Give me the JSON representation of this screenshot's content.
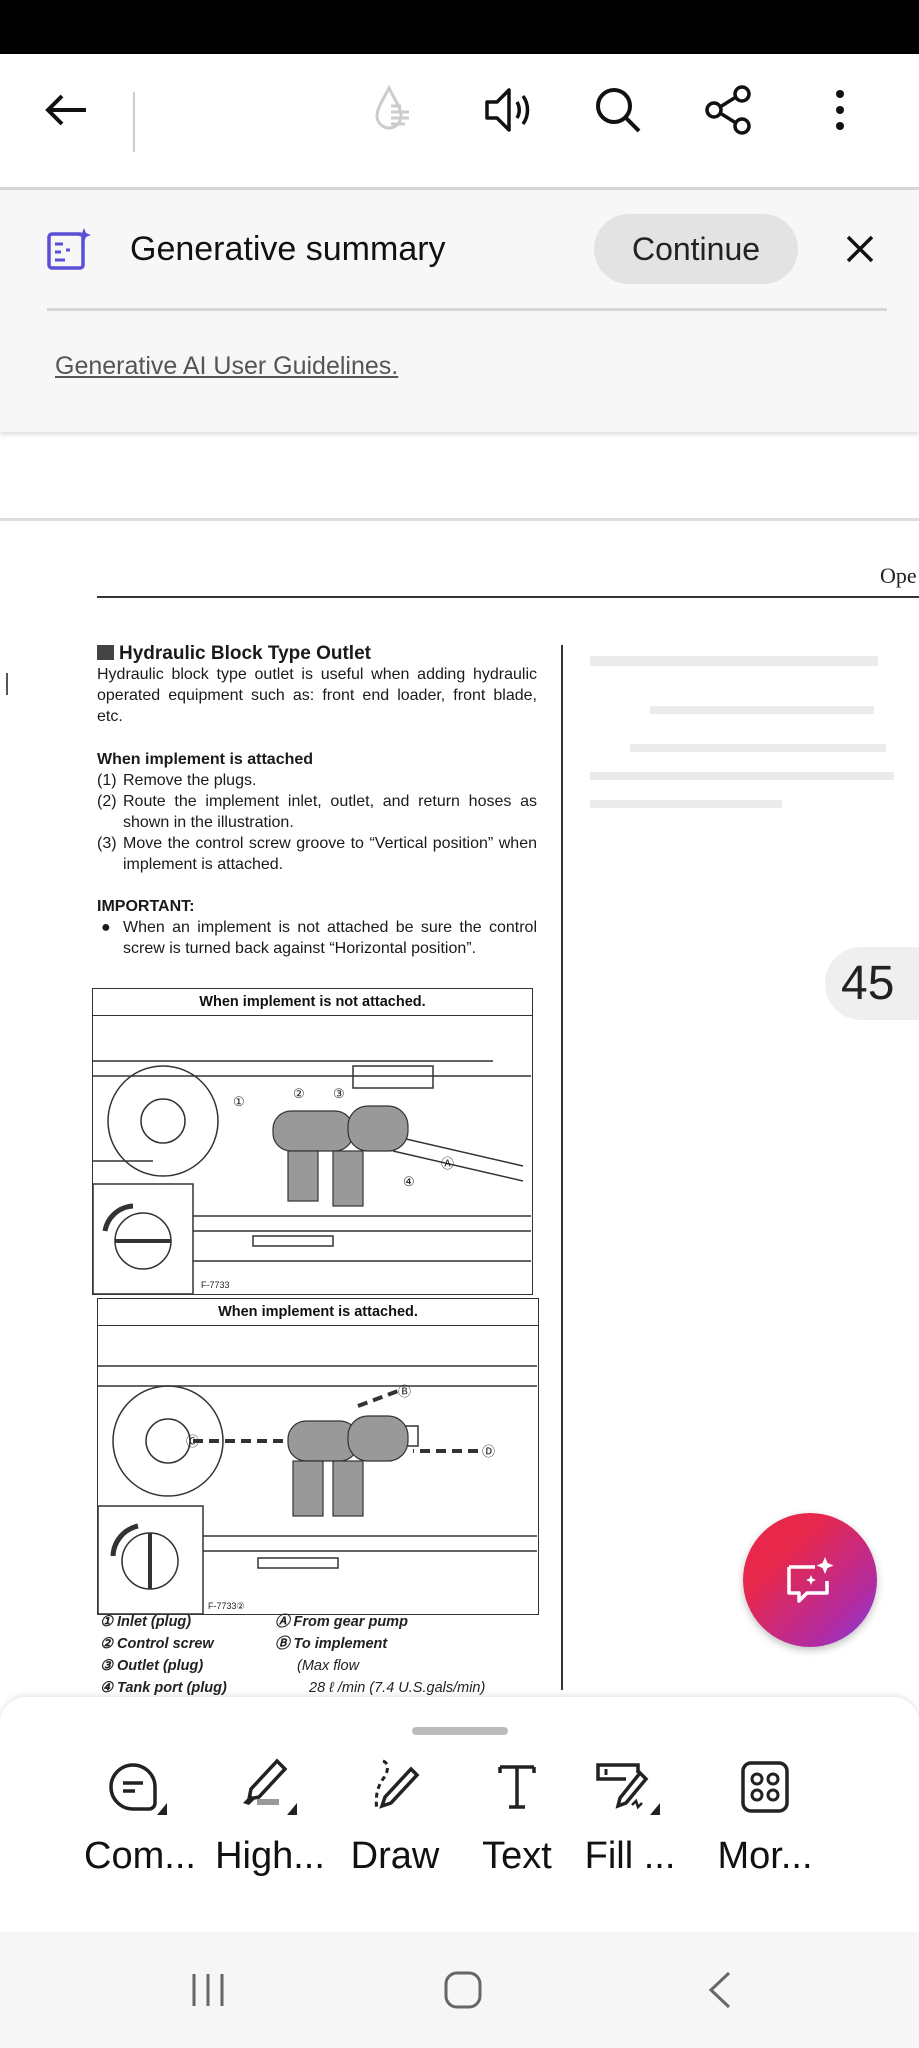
{
  "toolbar": {
    "icons": [
      "back-arrow-icon",
      "liquid-mode-icon",
      "read-aloud-icon",
      "search-icon",
      "share-icon",
      "more-vert-icon"
    ]
  },
  "gen_panel": {
    "title": "Generative summary",
    "continue_label": "Continue",
    "guidelines_link": "Generative AI User Guidelines."
  },
  "document": {
    "header_fragment": "Ope",
    "title": "Hydraulic Block Type Outlet",
    "intro": "Hydraulic block type outlet is useful when adding hydraulic operated equipment such as: front end loader, front blade, etc.",
    "section_heading": "When implement is attached",
    "steps": [
      {
        "num": "(1)",
        "text": "Remove the plugs."
      },
      {
        "num": "(2)",
        "text": "Route the implement inlet, outlet, and return hoses as shown in the illustration."
      },
      {
        "num": "(3)",
        "text": "Move the control screw groove to “Vertical position” when implement is attached."
      }
    ],
    "important_heading": "IMPORTANT:",
    "important_text": "When an implement is not attached be sure the control screw is turned back against “Horizontal position”.",
    "figure1": {
      "caption": "When implement is not attached.",
      "code": "F-7733",
      "callouts": [
        "①",
        "②",
        "③",
        "④",
        "Ⓐ"
      ]
    },
    "figure2": {
      "caption": "When implement is attached.",
      "code": "F-7733②",
      "callouts": [
        "Ⓑ",
        "Ⓒ",
        "Ⓓ"
      ]
    },
    "legend_left": [
      "① Inlet (plug)",
      "② Control screw",
      "③ Outlet (plug)",
      "④ Tank port (plug)"
    ],
    "legend_right": [
      "Ⓐ From gear pump",
      "Ⓑ To implement",
      "(Max flow",
      "28 ℓ /min (7.4 U.S.gals/min)"
    ],
    "page_number": "45"
  },
  "bottom_tools": [
    {
      "label": "Com...",
      "icon": "comment-icon"
    },
    {
      "label": "High...",
      "icon": "highlight-icon"
    },
    {
      "label": "Draw",
      "icon": "draw-icon"
    },
    {
      "label": "Text",
      "icon": "text-icon"
    },
    {
      "label": "Fill ...",
      "icon": "fill-sign-icon"
    },
    {
      "label": "Mor...",
      "icon": "more-tools-icon"
    }
  ],
  "colors": {
    "accent": "#5a4fd6",
    "fab_start": "#e8284a",
    "fab_end": "#7b3fe0"
  }
}
